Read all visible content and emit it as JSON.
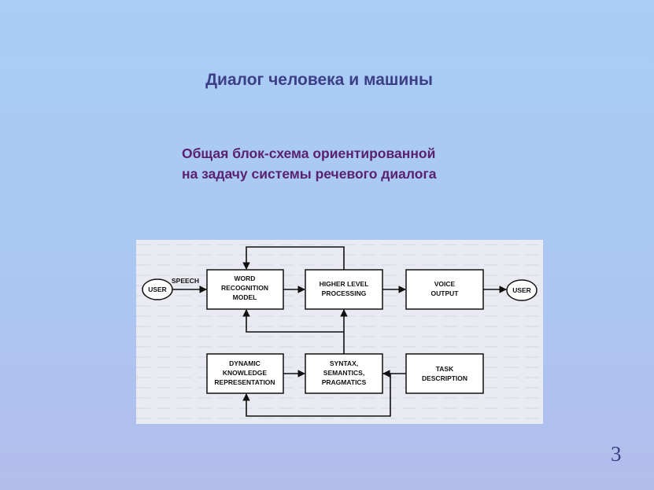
{
  "slide": {
    "title": "Диалог человека и машины",
    "subtitle_line1": "Общая блок-схема ориентированной",
    "subtitle_line2": "на задачу системы речевого диалога",
    "page_number": "3"
  },
  "diagram": {
    "user_left": "USER",
    "user_right": "USER",
    "speech_label": "SPEECH",
    "word_recognition": [
      "WORD",
      "RECOGNITION",
      "MODEL"
    ],
    "higher_level": [
      "HIGHER LEVEL",
      "PROCESSING"
    ],
    "voice_output": [
      "VOICE",
      "OUTPUT"
    ],
    "dynamic_knowledge": [
      "DYNAMIC",
      "KNOWLEDGE",
      "REPRESENTATION"
    ],
    "syntax": [
      "SYNTAX,",
      "SEMANTICS,",
      "PRAGMATICS"
    ],
    "task_description": [
      "TASK",
      "DESCRIPTION"
    ]
  },
  "colors": {
    "title": "#3b3f86",
    "subtitle": "#5a2170",
    "diagram_background": "#e9eaf2",
    "line": "#111111"
  }
}
